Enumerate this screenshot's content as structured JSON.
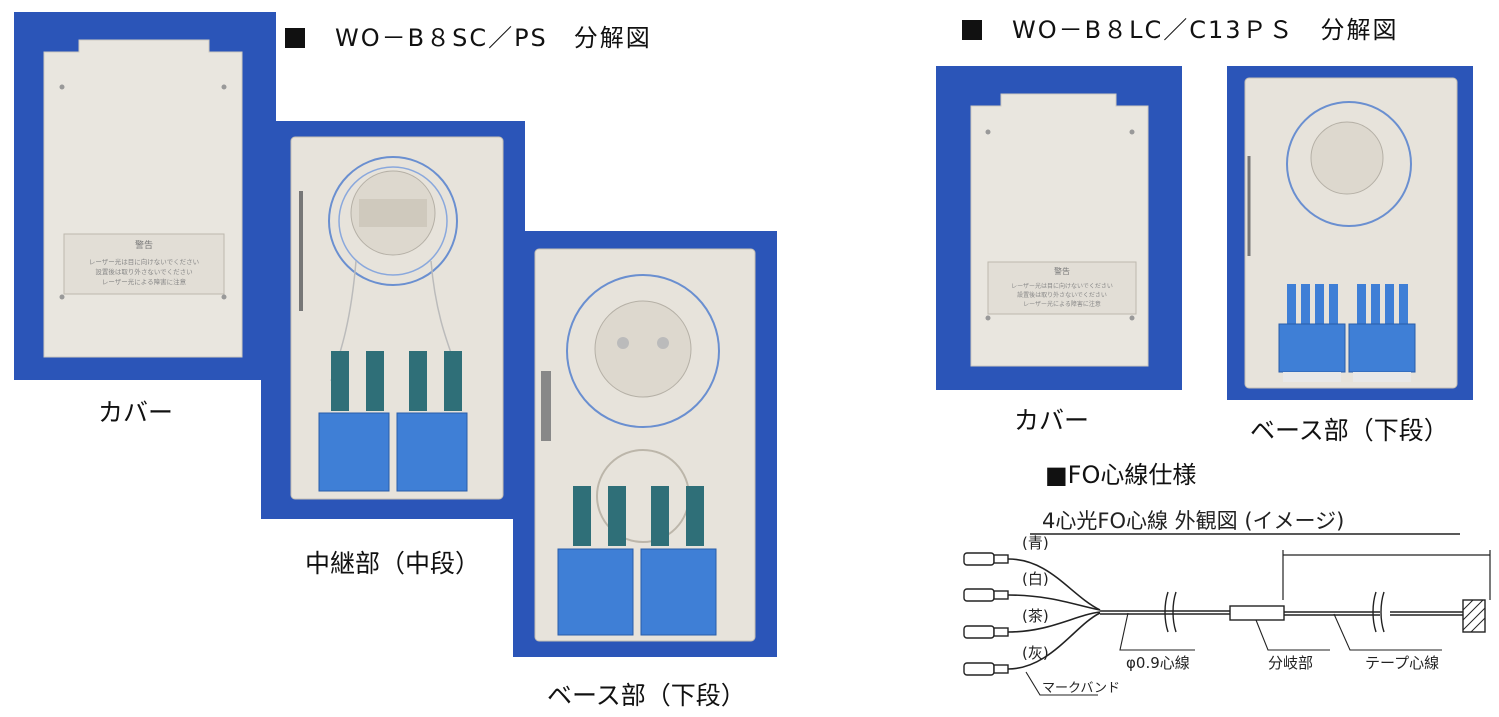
{
  "left": {
    "title": "WO－B８SC／PS　分解図",
    "captions": {
      "cover": "カバー",
      "relay": "中継部（中段）",
      "base": "ベース部（下段）"
    },
    "cover_label_text": "警告",
    "cover_label_lines": [
      "レーザー光は目に向けないでください",
      "設置後は取り外さないでください",
      "レーザー光による障害に注意"
    ]
  },
  "right": {
    "title": "WO－B８LC／C13ＰＳ　分解図",
    "captions": {
      "cover": "カバー",
      "base": "ベース部（下段）"
    },
    "spec_heading": "■FO心線仕様",
    "diagram": {
      "title": "4心光FO心線 外観図 (イメージ)",
      "colors": [
        "(青)",
        "(白)",
        "(茶)",
        "(灰)"
      ],
      "labels": {
        "mark_band": "マークバンド",
        "fiber_09": "φ0.9心線",
        "branch": "分岐部",
        "tape": "テープ心線"
      }
    }
  },
  "colors": {
    "photo_bg": "#2b55b8",
    "cover": "#e9e6df",
    "adapter_blue": "#3f7fd6",
    "plug_teal": "#2f6f78"
  }
}
